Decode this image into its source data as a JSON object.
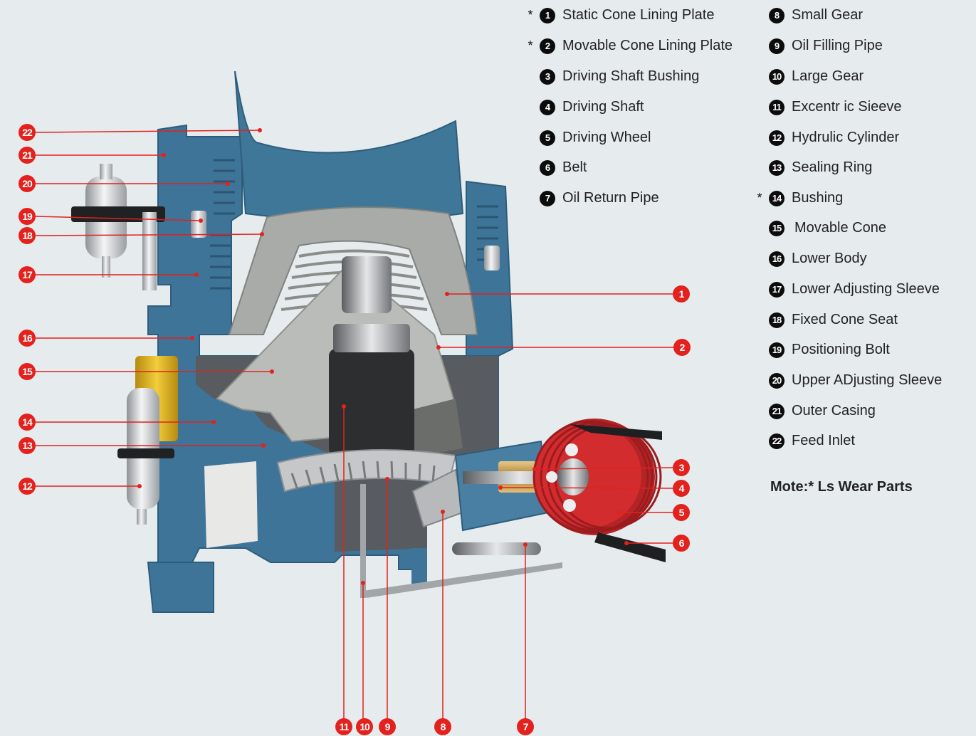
{
  "legend": [
    {
      "n": "1",
      "label": "Static Cone Lining Plate",
      "wear": true
    },
    {
      "n": "2",
      "label": "Movable Cone Lining Plate",
      "wear": true
    },
    {
      "n": "3",
      "label": "Driving Shaft Bushing",
      "wear": false
    },
    {
      "n": "4",
      "label": "Driving Shaft",
      "wear": false
    },
    {
      "n": "5",
      "label": "Driving Wheel",
      "wear": false
    },
    {
      "n": "6",
      "label": "Belt",
      "wear": false
    },
    {
      "n": "7",
      "label": "Oil Return Pipe",
      "wear": false
    },
    {
      "n": "8",
      "label": "Small Gear",
      "wear": false
    },
    {
      "n": "9",
      "label": "Oil Filling Pipe",
      "wear": false
    },
    {
      "n": "10",
      "label": "Large Gear",
      "wear": false
    },
    {
      "n": "11",
      "label": "Excentr ic Sieeve",
      "wear": false
    },
    {
      "n": "12",
      "label": "Hydrulic Cylinder",
      "wear": false
    },
    {
      "n": "13",
      "label": "Sealing Ring",
      "wear": false
    },
    {
      "n": "14",
      "label": "Bushing",
      "wear": true
    },
    {
      "n": "15",
      "label": "Movable Cone",
      "wear": false
    },
    {
      "n": "16",
      "label": "Lower Body",
      "wear": false
    },
    {
      "n": "17",
      "label": "Lower Adjusting Sleeve",
      "wear": false
    },
    {
      "n": "18",
      "label": "Fixed Cone Seat",
      "wear": false
    },
    {
      "n": "19",
      "label": "Positioning Bolt",
      "wear": false
    },
    {
      "n": "20",
      "label": "Upper ADjusting Sleeve",
      "wear": false
    },
    {
      "n": "21",
      "label": "Outer Casing",
      "wear": false
    },
    {
      "n": "22",
      "label": "Feed Inlet",
      "wear": false
    }
  ],
  "star_symbol": "*",
  "note": "Mote:* Ls Wear Parts",
  "colors": {
    "callout": "#e3211d",
    "casing": "#3d7399",
    "liner": "#a9aca8",
    "belt_wheel": "#c8262a"
  }
}
